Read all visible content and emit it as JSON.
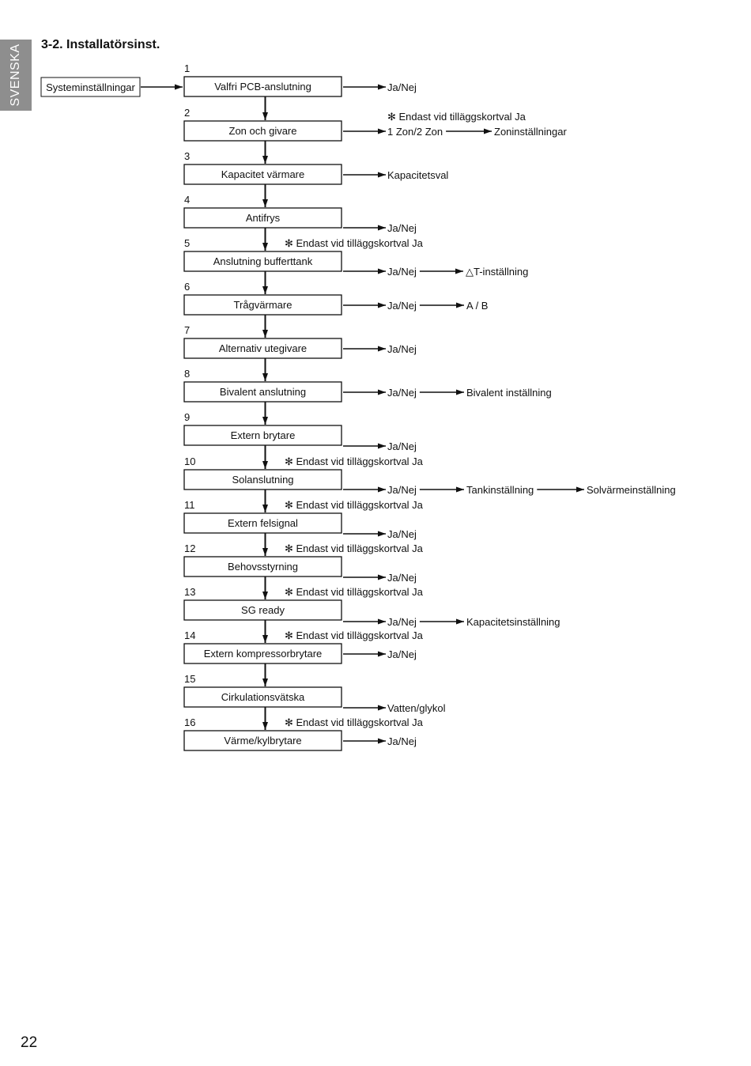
{
  "side_tab": "SVENSKA",
  "title": "3-2. Installatörsinst.",
  "page_number": "22",
  "start": "Systeminställningar",
  "steps": [
    {
      "num": "1",
      "label": "Valfri PCB-anslutning",
      "note": "",
      "outputs": [
        "Ja/Nej"
      ]
    },
    {
      "num": "2",
      "label": "Zon och givare",
      "note": "",
      "outputs": [
        "1 Zon/2 Zon",
        "Zoninställningar"
      ]
    },
    {
      "num": "3",
      "label": "Kapacitet värmare",
      "note": "",
      "outputs": [
        "Kapacitetsval"
      ]
    },
    {
      "num": "4",
      "label": "Antifrys",
      "note": "",
      "outputs": [
        "Ja/Nej"
      ]
    },
    {
      "num": "5",
      "label": "Anslutning bufferttank",
      "note": "✻ Endast vid tilläggskortval Ja",
      "outputs": [
        "Ja/Nej",
        "△T-inställning"
      ]
    },
    {
      "num": "6",
      "label": "Trågvärmare",
      "note": "",
      "outputs": [
        "Ja/Nej",
        "A / B"
      ]
    },
    {
      "num": "7",
      "label": "Alternativ utegivare",
      "note": "",
      "outputs": [
        "Ja/Nej"
      ]
    },
    {
      "num": "8",
      "label": "Bivalent anslutning",
      "note": "",
      "outputs": [
        "Ja/Nej",
        "Bivalent inställning"
      ]
    },
    {
      "num": "9",
      "label": "Extern brytare",
      "note": "",
      "outputs": [
        "Ja/Nej"
      ]
    },
    {
      "num": "10",
      "label": "Solanslutning",
      "note": "✻ Endast vid tilläggskortval Ja",
      "outputs": [
        "Ja/Nej",
        "Tankinställning",
        "Solvärmeinställning"
      ]
    },
    {
      "num": "11",
      "label": "Extern felsignal",
      "note": "✻ Endast vid tilläggskortval Ja",
      "outputs": [
        "Ja/Nej"
      ]
    },
    {
      "num": "12",
      "label": "Behovsstyrning",
      "note": "✻ Endast vid tilläggskortval Ja",
      "outputs": [
        "Ja/Nej"
      ]
    },
    {
      "num": "13",
      "label": "SG ready",
      "note": "✻ Endast vid tilläggskortval Ja",
      "outputs": [
        "Ja/Nej",
        "Kapacitetsinställning"
      ]
    },
    {
      "num": "14",
      "label": "Extern kompressorbrytare",
      "note": "✻ Endast vid tilläggskortval Ja",
      "outputs": [
        "Ja/Nej"
      ]
    },
    {
      "num": "15",
      "label": "Cirkulationsvätska",
      "note": "",
      "outputs": [
        "Vatten/glykol"
      ]
    },
    {
      "num": "16",
      "label": "Värme/kylbrytare",
      "note": "✻ Endast vid tilläggskortval Ja",
      "outputs": [
        "Ja/Nej"
      ]
    }
  ],
  "zone_note": "✻ Endast vid tilläggskortval Ja"
}
